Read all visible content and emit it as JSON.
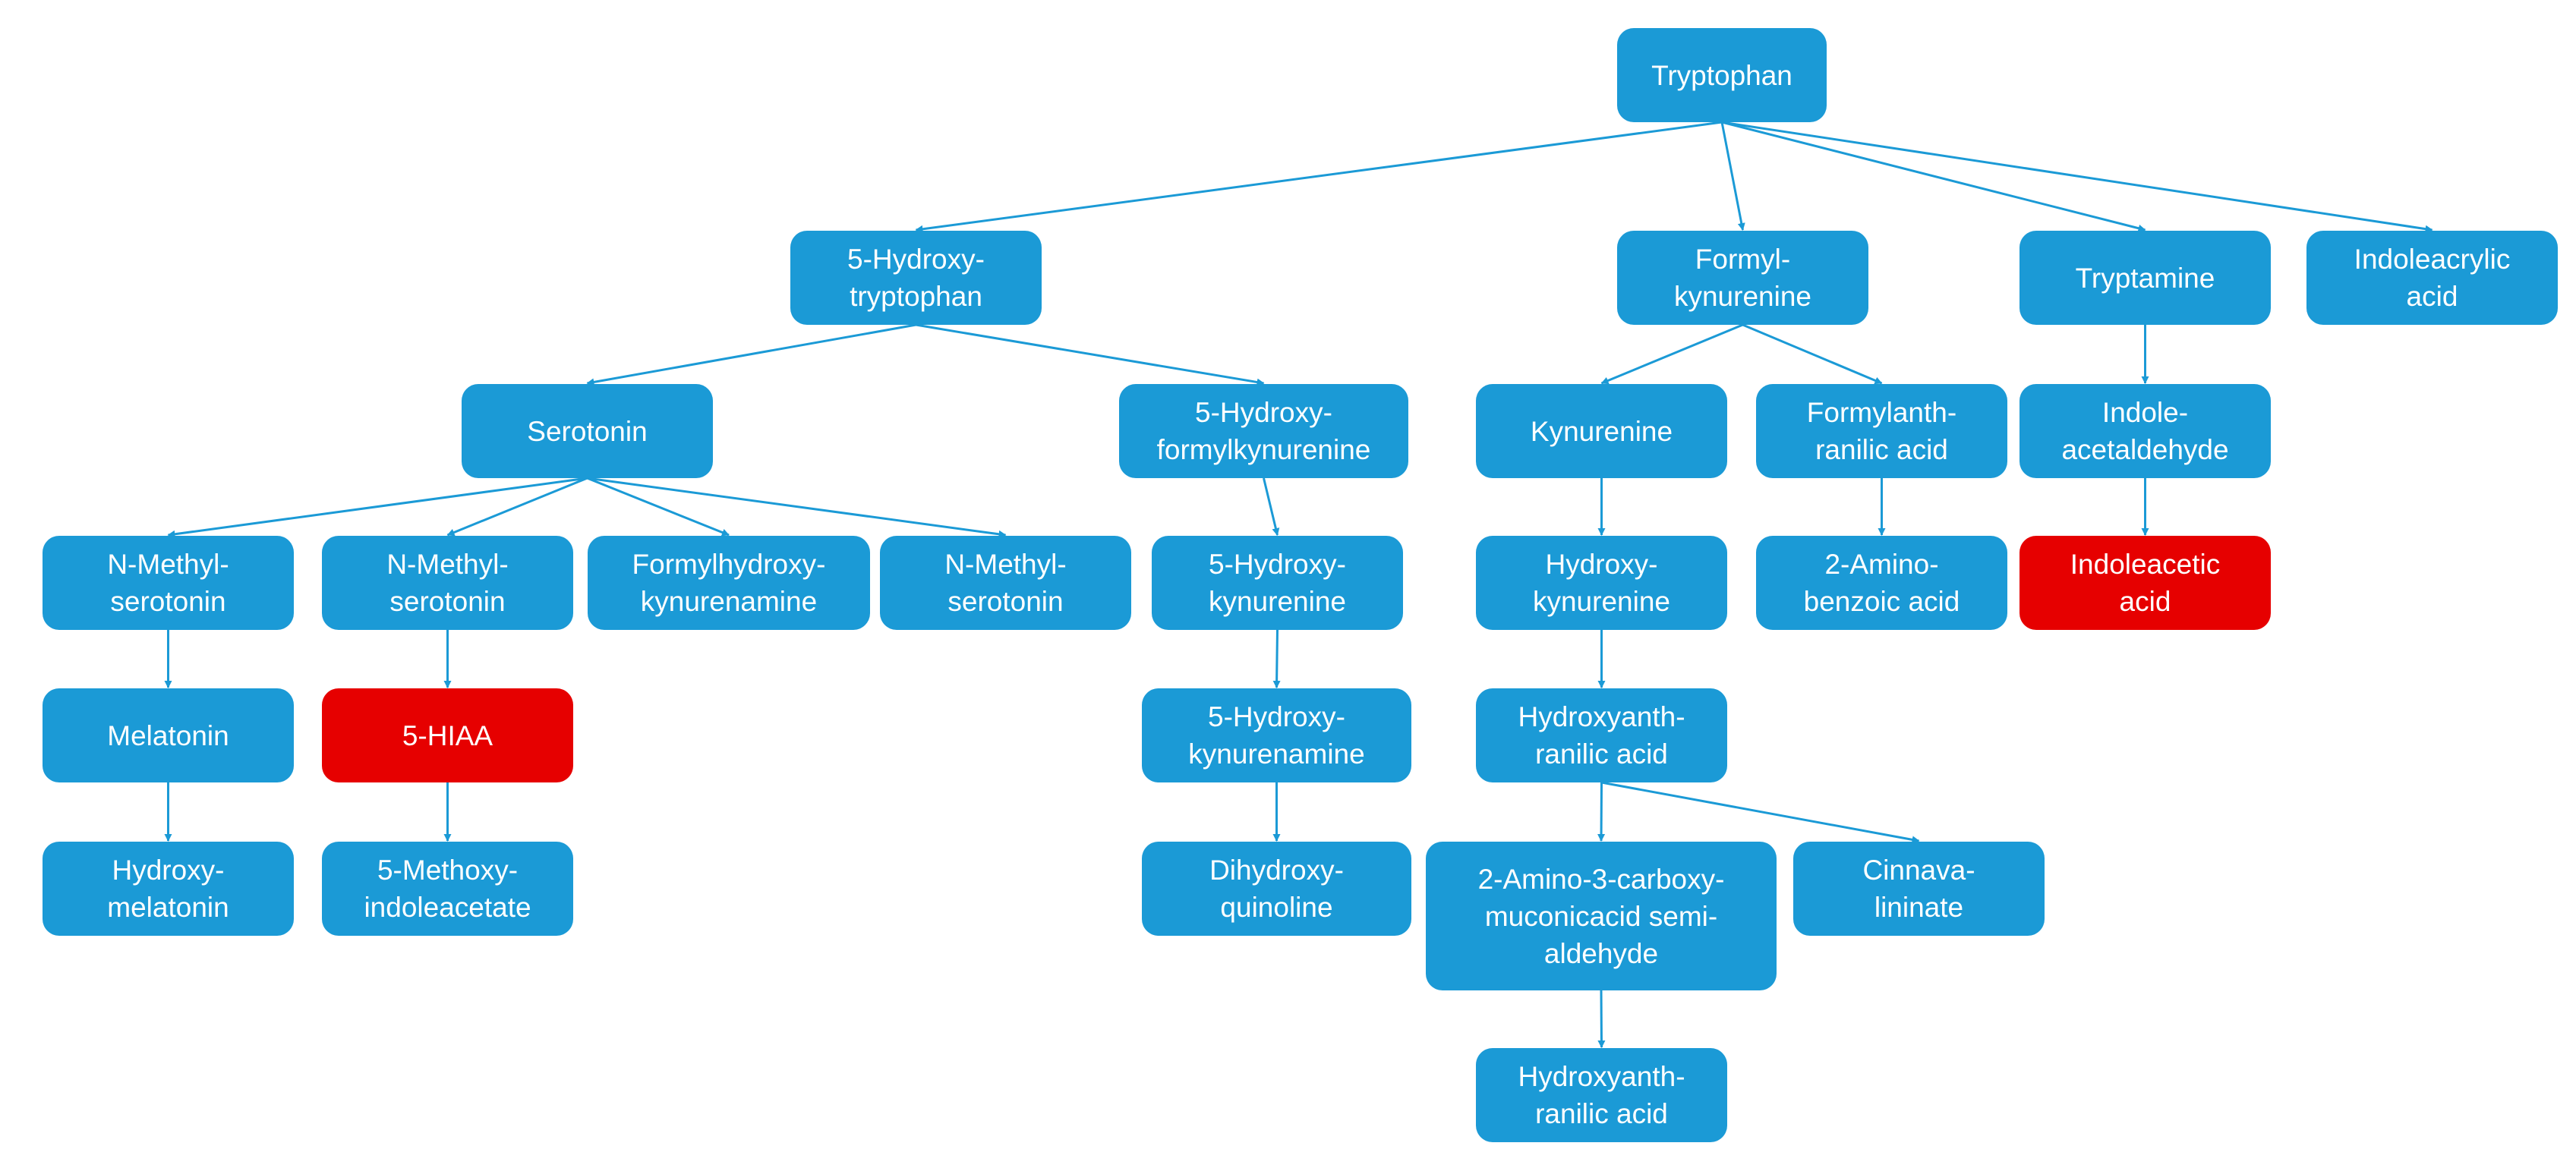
{
  "colors": {
    "node_fill": "#1B9AD6",
    "highlight_fill": "#E60000",
    "node_text": "#FFFFFF",
    "connector": "#1B9AD6",
    "background": "#FFFFFF"
  },
  "nodes": {
    "tryptophan": {
      "label": "Tryptophan",
      "highlight": false
    },
    "hydroxytryptophan": {
      "label": "5-Hydroxy-\ntryptophan",
      "highlight": false
    },
    "formylkynurenine": {
      "label": "Formyl-\nkynurenine",
      "highlight": false
    },
    "tryptamine": {
      "label": "Tryptamine",
      "highlight": false
    },
    "indoleacrylic_acid": {
      "label": "Indoleacrylic\nacid",
      "highlight": false
    },
    "serotonin": {
      "label": "Serotonin",
      "highlight": false
    },
    "hydroxyformylkynurenine": {
      "label": "5-Hydroxy-\nformylkynurenine",
      "highlight": false
    },
    "kynurenine": {
      "label": "Kynurenine",
      "highlight": false
    },
    "formylanthranilic_acid": {
      "label": "Formylanth-\nranilic acid",
      "highlight": false
    },
    "indoleacetaldehyde": {
      "label": "Indole-\nacetaldehyde",
      "highlight": false
    },
    "n_methylserotonin_1": {
      "label": "N-Methyl-\nserotonin",
      "highlight": false
    },
    "n_methylserotonin_2": {
      "label": "N-Methyl-\nserotonin",
      "highlight": false
    },
    "formylhydroxykynurenamine": {
      "label": "Formylhydroxy-\nkynurenamine",
      "highlight": false
    },
    "n_methylserotonin_3": {
      "label": "N-Methyl-\nserotonin",
      "highlight": false
    },
    "hydroxykynurenine_5": {
      "label": "5-Hydroxy-\nkynurenine",
      "highlight": false
    },
    "hydroxykynurenine": {
      "label": "Hydroxy-\nkynurenine",
      "highlight": false
    },
    "aminobenzoic_acid": {
      "label": "2-Amino-\nbenzoic acid",
      "highlight": false
    },
    "indoleacetic_acid": {
      "label": "Indoleacetic\nacid",
      "highlight": true
    },
    "melatonin": {
      "label": "Melatonin",
      "highlight": false
    },
    "hiaa": {
      "label": "5-HIAA",
      "highlight": true
    },
    "hydroxykynurenamine": {
      "label": "5-Hydroxy-\nkynurenamine",
      "highlight": false
    },
    "hydroxyanthranilic_acid_1": {
      "label": "Hydroxyanth-\nranilic acid",
      "highlight": false
    },
    "hydroxymelatonin": {
      "label": "Hydroxy-\nmelatonin",
      "highlight": false
    },
    "methoxyindoleacetate": {
      "label": "5-Methoxy-\nindoleacetate",
      "highlight": false
    },
    "dihydroxyquinoline": {
      "label": "Dihydroxy-\nquinoline",
      "highlight": false
    },
    "amino_carboxymuconic": {
      "label": "2-Amino-3-carboxy-\nmuconicacid semi-\naldehyde",
      "highlight": false
    },
    "cinnavalininate": {
      "label": "Cinnava-\nlininate",
      "highlight": false
    },
    "hydroxyanthranilic_acid_2": {
      "label": "Hydroxyanth-\nranilic acid",
      "highlight": false
    }
  },
  "edges": [
    [
      "tryptophan",
      "hydroxytryptophan"
    ],
    [
      "tryptophan",
      "formylkynurenine"
    ],
    [
      "tryptophan",
      "tryptamine"
    ],
    [
      "tryptophan",
      "indoleacrylic_acid"
    ],
    [
      "hydroxytryptophan",
      "serotonin"
    ],
    [
      "hydroxytryptophan",
      "hydroxyformylkynurenine"
    ],
    [
      "serotonin",
      "n_methylserotonin_1"
    ],
    [
      "serotonin",
      "n_methylserotonin_2"
    ],
    [
      "serotonin",
      "formylhydroxykynurenamine"
    ],
    [
      "serotonin",
      "n_methylserotonin_3"
    ],
    [
      "n_methylserotonin_1",
      "melatonin"
    ],
    [
      "melatonin",
      "hydroxymelatonin"
    ],
    [
      "n_methylserotonin_2",
      "hiaa"
    ],
    [
      "hiaa",
      "methoxyindoleacetate"
    ],
    [
      "hydroxyformylkynurenine",
      "hydroxykynurenine_5"
    ],
    [
      "hydroxykynurenine_5",
      "hydroxykynurenamine"
    ],
    [
      "hydroxykynurenamine",
      "dihydroxyquinoline"
    ],
    [
      "formylkynurenine",
      "kynurenine"
    ],
    [
      "formylkynurenine",
      "formylanthranilic_acid"
    ],
    [
      "kynurenine",
      "hydroxykynurenine"
    ],
    [
      "hydroxykynurenine",
      "hydroxyanthranilic_acid_1"
    ],
    [
      "hydroxyanthranilic_acid_1",
      "amino_carboxymuconic"
    ],
    [
      "hydroxyanthranilic_acid_1",
      "cinnavalininate"
    ],
    [
      "amino_carboxymuconic",
      "hydroxyanthranilic_acid_2"
    ],
    [
      "formylanthranilic_acid",
      "aminobenzoic_acid"
    ],
    [
      "tryptamine",
      "indoleacetaldehyde"
    ],
    [
      "indoleacetaldehyde",
      "indoleacetic_acid"
    ]
  ]
}
